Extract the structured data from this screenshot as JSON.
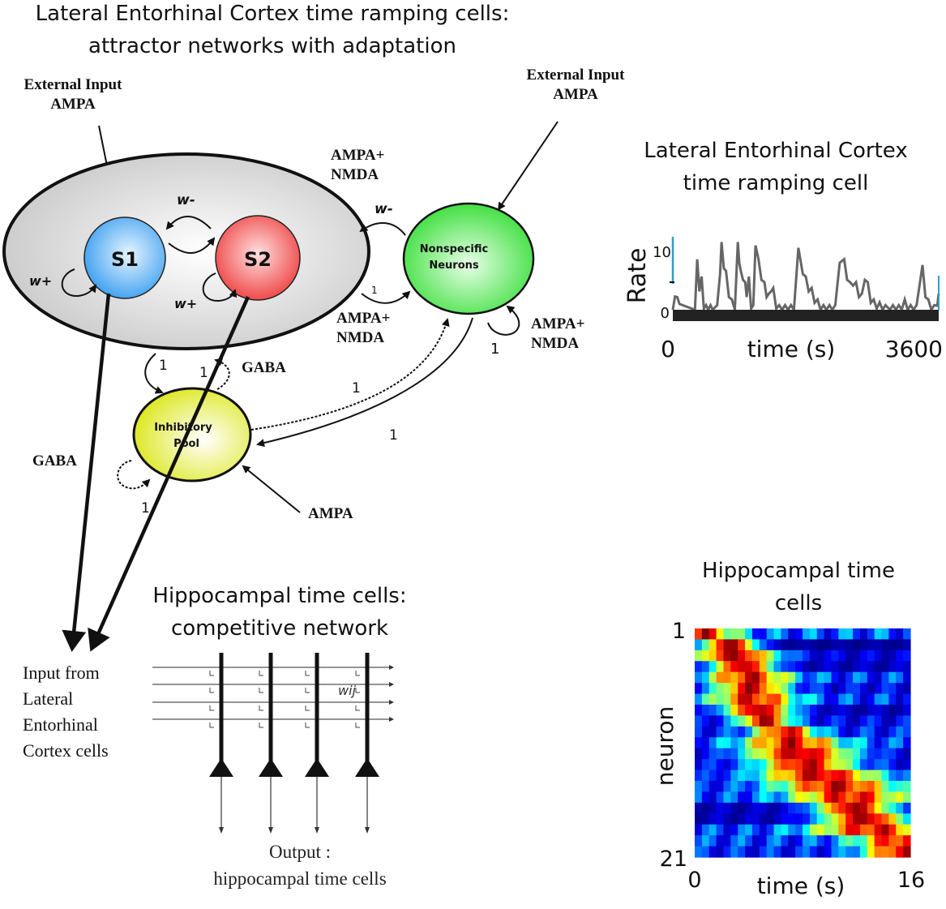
{
  "main_title": [
    "Lateral Entorhinal Cortex time ramping cells:",
    "attractor networks with adaptation"
  ],
  "attractor_diagram": {
    "ext_input_left": [
      "External Input",
      "AMPA"
    ],
    "ext_input_right": [
      "External Input",
      "AMPA"
    ],
    "nodes": {
      "s1": "S1",
      "s2": "S2",
      "nonspecific": [
        "Nonspecific",
        "Neurons"
      ],
      "inhibitory": [
        "Inhibitory",
        "Pool"
      ]
    },
    "labels": {
      "w_minus": "w-",
      "w_plus": "w+",
      "ampa_nmda_top": [
        "AMPA+",
        "NMDA"
      ],
      "ampa_nmda_mid": [
        "AMPA+",
        "NMDA"
      ],
      "ampa_nmda_right": [
        "AMPA+",
        "NMDA"
      ],
      "gaba_right": "GABA",
      "gaba_left": "GABA",
      "ampa_bottom": "AMPA",
      "one": "1"
    },
    "colors": {
      "s1": "#3fa8f0",
      "s2": "#f04848",
      "nonspecific": "#44e244",
      "inhibitory": "#e6f03a",
      "pool": "#d4d4d4"
    }
  },
  "competitive_network": {
    "title": [
      "Hippocampal time cells:",
      "competitive network"
    ],
    "input_label": [
      "Input from",
      "Lateral",
      "Entorhinal",
      "Cortex cells"
    ],
    "output_label": [
      "Output :",
      "hippocampal time cells"
    ],
    "weight_label": "wij",
    "num_inputs": 4,
    "num_outputs": 4
  },
  "chart_data": [
    {
      "type": "line",
      "title": "Lateral Entorhinal Cortex time ramping cell",
      "xlabel": "time (s)",
      "ylabel": "Rate",
      "xlim": [
        0,
        3600
      ],
      "ylim": [
        0,
        13
      ],
      "xticks": [
        "0",
        "3600"
      ],
      "yticks": [
        "0",
        "10"
      ],
      "series": [
        {
          "name": "rate",
          "color": "#666666",
          "x": [
            0,
            30,
            60,
            90,
            300,
            330,
            360,
            390,
            420,
            450,
            480,
            510,
            540,
            600,
            640,
            660,
            690,
            720,
            760,
            800,
            840,
            880,
            900,
            920,
            950,
            980,
            1000,
            1030,
            1060,
            1090,
            1120,
            1160,
            1200,
            1240,
            1270,
            1300,
            1330,
            1360,
            1400,
            1440,
            1480,
            1520,
            1560,
            1600,
            1640,
            1700,
            1760,
            1800,
            1840,
            1880,
            1920,
            1960,
            2000,
            2040,
            2080,
            2120,
            2160,
            2200,
            2260,
            2320,
            2360,
            2400,
            2440,
            2480,
            2520,
            2560,
            2600,
            2640,
            2680,
            2720,
            2760,
            2800,
            2840,
            2880,
            2940,
            2980,
            3020,
            3060,
            3100,
            3140,
            3180,
            3220,
            3260,
            3300,
            3340,
            3380,
            3420,
            3460,
            3500,
            3540,
            3580,
            3600
          ],
          "y": [
            0.5,
            1.5,
            3,
            0.2,
            0,
            8,
            4,
            5,
            1,
            0,
            0.3,
            0,
            0.4,
            0,
            7,
            11,
            8,
            6,
            3,
            1,
            0,
            11,
            9,
            6,
            6,
            4,
            3,
            5,
            1,
            0,
            12,
            8,
            6,
            4,
            3,
            2,
            4,
            3,
            1,
            0,
            0,
            0,
            0,
            0,
            0.4,
            10,
            7,
            5,
            4,
            3,
            2,
            1,
            0,
            0,
            0,
            0,
            0,
            0,
            9,
            8,
            6,
            4,
            5,
            4,
            3,
            2,
            6,
            4,
            2,
            1,
            1,
            0.5,
            0,
            0,
            0,
            0,
            0,
            0,
            0.3,
            1,
            0,
            0,
            0,
            0,
            5,
            7,
            3,
            1,
            0,
            0,
            1.5,
            2
          ]
        }
      ]
    },
    {
      "type": "heatmap",
      "title": "Hippocampal time cells",
      "xlabel": "time (s)",
      "ylabel": "neuron",
      "xlim": [
        0,
        16
      ],
      "ylim": [
        1,
        21
      ],
      "xticks": [
        "0",
        "16"
      ],
      "yticks": [
        "1",
        "21"
      ],
      "colormap": "jet",
      "rows": 21,
      "peak_time_per_neuron": [
        0.8,
        2.6,
        3.0,
        3.6,
        4.0,
        4.2,
        4.4,
        4.7,
        5.2,
        6.7,
        7.2,
        7.8,
        8.2,
        9.3,
        10.5,
        11.4,
        11.8,
        12.6,
        13.2,
        15.2,
        15.3
      ],
      "width_per_neuron": [
        1.6,
        1.4,
        2.2,
        1.6,
        2.2,
        1.8,
        2.2,
        1.8,
        1.4,
        1.6,
        2.6,
        2.8,
        2.4,
        3.2,
        3.2,
        3.0,
        2.0,
        2.2,
        3.2,
        2.4,
        2.0
      ],
      "baseline_per_neuron": [
        0.35,
        0.05,
        0.15,
        0.1,
        0.3,
        0.2,
        0.3,
        0.1,
        0.2,
        0.25,
        0.3,
        0.15,
        0.2,
        0.2,
        0.25,
        0.3,
        0.1,
        0.1,
        0.3,
        0.3,
        0.25
      ]
    }
  ]
}
